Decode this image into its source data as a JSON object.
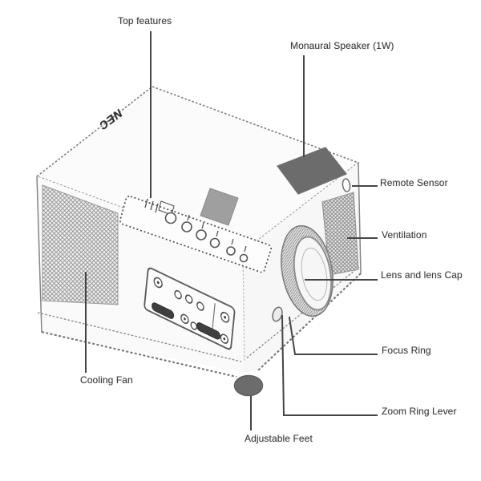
{
  "logo": "NEC",
  "labels": {
    "top_features": "Top features",
    "monaural_speaker": "Monaural Speaker (1W)",
    "remote_sensor": "Remote Sensor",
    "ventilation": "Ventilation",
    "lens_and_lens_cap": "Lens and lens Cap",
    "focus_ring": "Focus Ring",
    "zoom_ring_lever": "Zoom Ring Lever",
    "adjustable_feet": "Adjustable Feet",
    "cooling_fan": "Cooling Fan"
  },
  "colors": {
    "background": "#ffffff",
    "leader_line": "#454545",
    "label_text": "#3f3f3f",
    "body_line": "#7d7d7d"
  }
}
